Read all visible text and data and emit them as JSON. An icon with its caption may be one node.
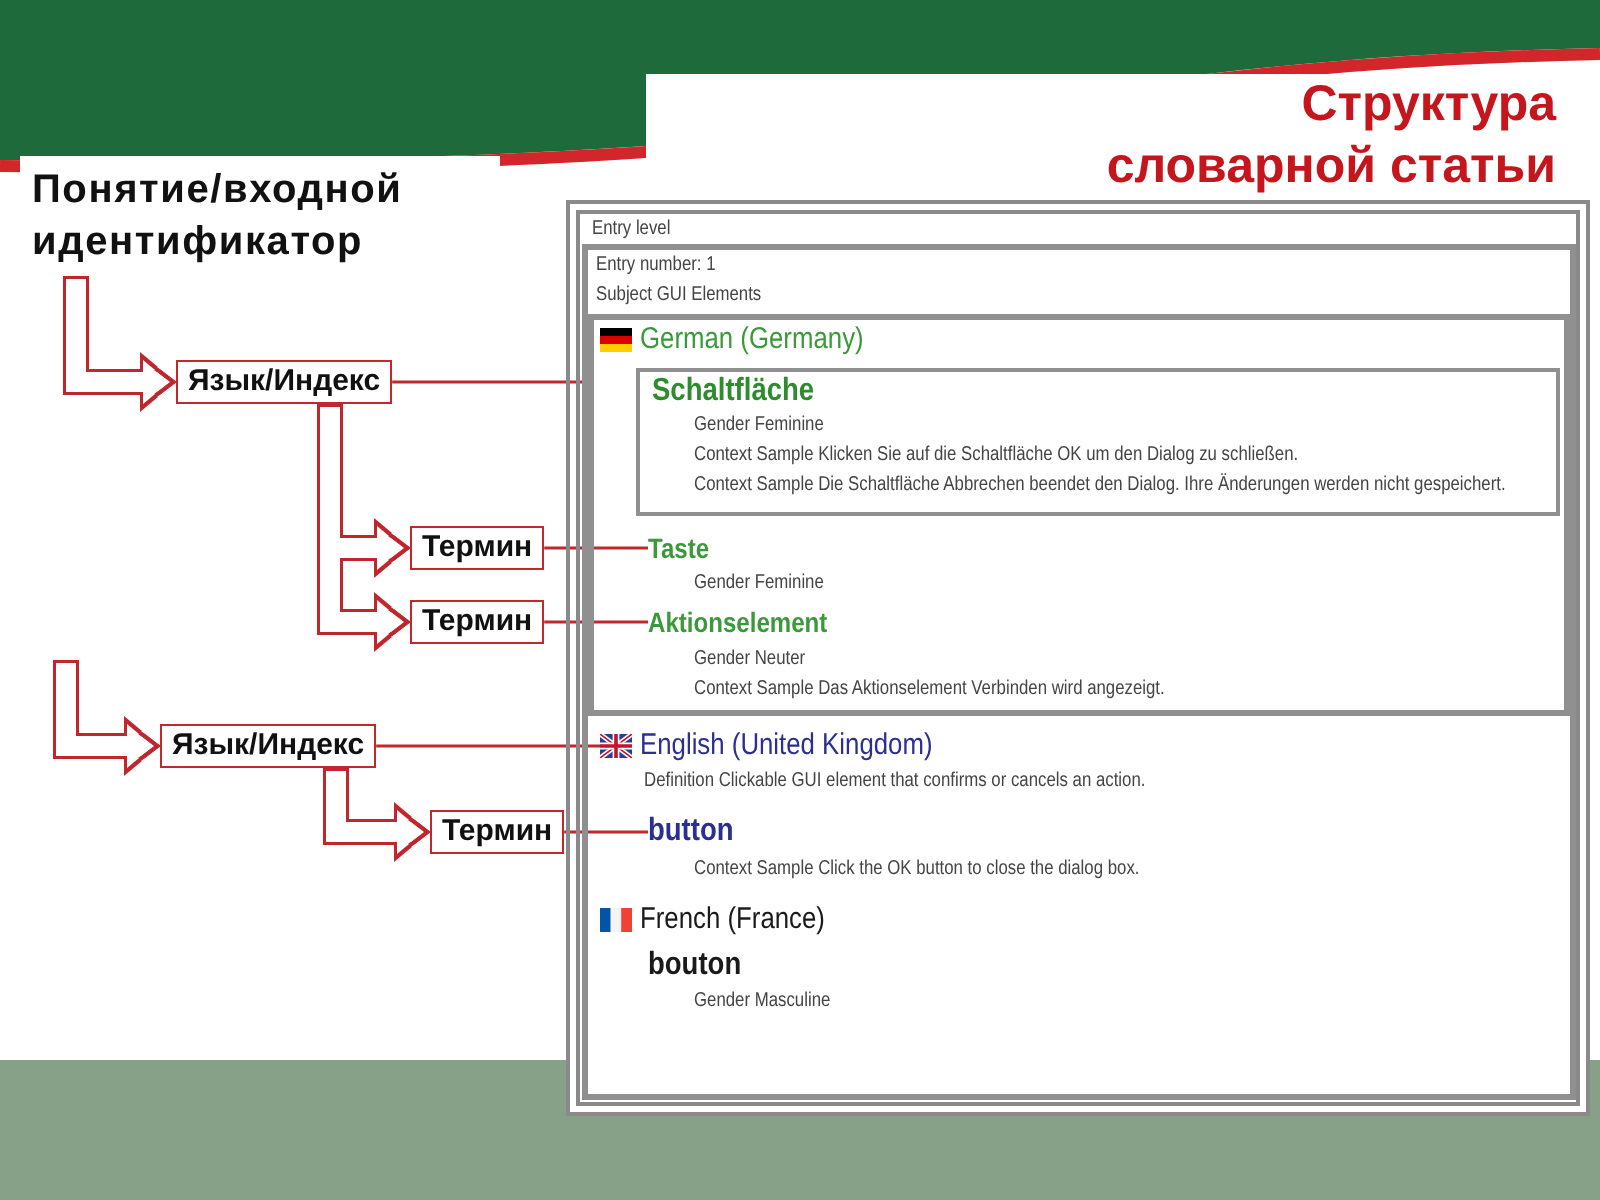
{
  "diagram": {
    "title": "Структура словарной статьи",
    "nodes": [
      {
        "text": [
          "Понятие/входной идентификатор"
        ]
      },
      {
        "text": [
          "Язык/Индекс"
        ]
      },
      {
        "text": [
          "Термин"
        ]
      },
      {
        "text": [
          "Термин"
        ]
      },
      {
        "text": [
          "Язык/Индекс"
        ]
      },
      {
        "text": [
          "Термин"
        ]
      },
      {
        "text": [
          "Entry level"
        ]
      },
      {
        "text": [
          "Entry number: 1",
          "Subject GUI Elements"
        ],
        "in": 6
      },
      {
        "text": [
          "German (Germany)"
        ],
        "in": 7
      },
      {
        "text": [
          "Schaltfläche",
          "Gender Feminine",
          "Context Sample Klicken Sie auf die Schaltfläche OK um den Dialog zu schließen.",
          "Context Sample Die Schaltfläche Abbrechen beendet den Dialog. Ihre Änderungen werden nicht gespeichert."
        ],
        "in": 8
      },
      {
        "text": [
          "Taste"
        ],
        "in": 8
      },
      {
        "text": [
          "Aktionselement"
        ],
        "in": 8
      },
      {
        "text": [
          "English (United Kingdom)"
        ],
        "in": 7
      },
      {
        "text": [
          "button"
        ],
        "in": 7
      }
    ],
    "edges": [
      {
        "from": 0,
        "to": 1,
        "arrow": "to",
        "style": "thick"
      },
      {
        "from": 1,
        "to": 8,
        "arrow": "none"
      },
      {
        "from": 1,
        "to": 2,
        "arrow": "to",
        "style": "thick"
      },
      {
        "from": 1,
        "to": 3,
        "arrow": "to",
        "style": "thick"
      },
      {
        "from": 2,
        "to": 10,
        "arrow": "none"
      },
      {
        "from": 3,
        "to": 11,
        "arrow": "none"
      },
      {
        "from": null,
        "to": 4,
        "arrow": "to",
        "style": "thick"
      },
      {
        "from": 4,
        "to": 12,
        "arrow": "none"
      },
      {
        "from": 4,
        "to": 5,
        "arrow": "to",
        "style": "thick"
      },
      {
        "from": 5,
        "to": 13,
        "arrow": "none"
      }
    ],
    "labels": [
      "Gender Feminine",
      "Gender Neuter",
      "Context Sample Das Aktionselement Verbinden wird angezeigt.",
      "Definition Clickable GUI element that confirms or cancels an action.",
      "Context Sample Click the OK button to close the dialog box.",
      "French (France)",
      "bouton",
      "Gender Masculine"
    ]
  }
}
